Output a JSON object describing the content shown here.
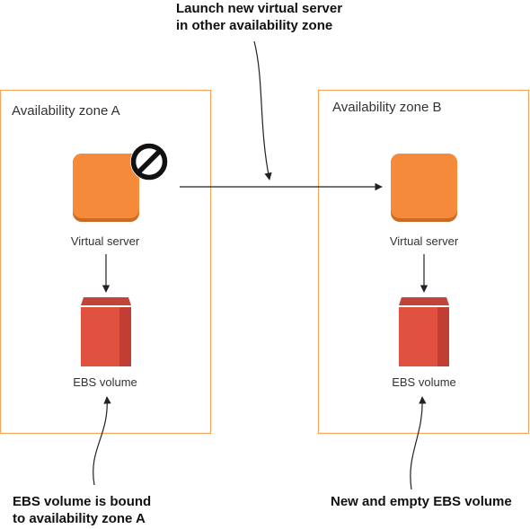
{
  "zones": [
    {
      "title": "Availability zone A",
      "server_label": "Virtual server",
      "volume_label": "EBS volume"
    },
    {
      "title": "Availability zone B",
      "server_label": "Virtual server",
      "volume_label": "EBS volume"
    }
  ],
  "callouts": {
    "top_line1": "Launch new virtual server",
    "top_line2": "in other availability zone",
    "bottom_left_line1": "EBS volume is bound",
    "bottom_left_line2": "to availability zone A",
    "bottom_right": "New and empty EBS volume"
  },
  "colors": {
    "zone_border": "#f5a65b",
    "server": "#f58b3a",
    "server_shadow": "#c96b22",
    "volume": "#e05140",
    "volume_dark": "#a83226",
    "volume_top": "#c2433a",
    "line": "#222222",
    "blocked": "#111111"
  },
  "icons": [
    "virtual-server-icon",
    "ebs-volume-icon",
    "prohibited-icon"
  ]
}
